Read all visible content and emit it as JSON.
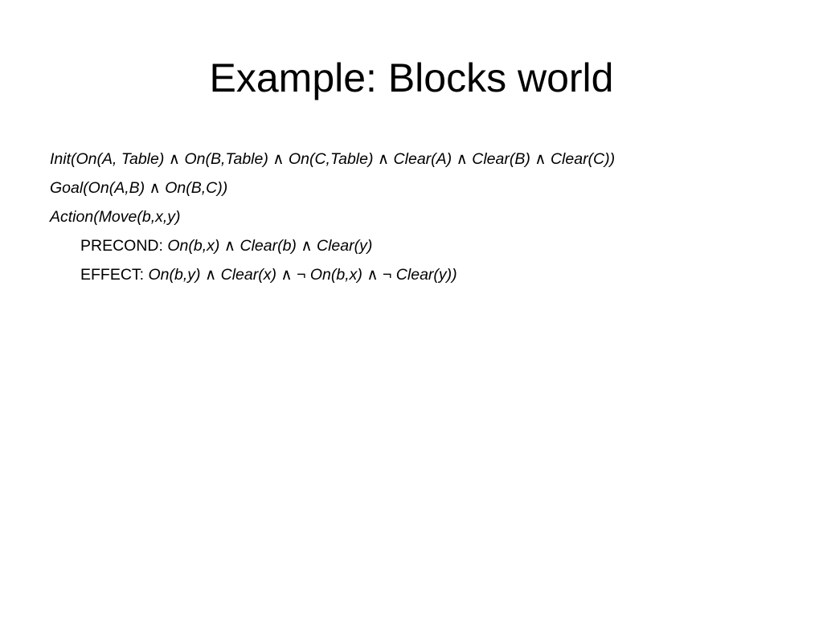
{
  "slide": {
    "title": "Example: Blocks world",
    "lines": [
      {
        "text": "Init(On(A, Table) ∧ On(B,Table) ∧ On(C,Table) ∧ Clear(A) ∧ Clear(B) ∧ Clear(C))"
      },
      {
        "text": "Goal(On(A,B) ∧ On(B,C))"
      },
      {
        "text": "Action(Move(b,x,y)"
      },
      {
        "label": "PRECOND:",
        "text": "On(b,x) ∧ Clear(b) ∧ Clear(y)"
      },
      {
        "label": "EFFECT:",
        "text": "On(b,y) ∧ Clear(x) ∧ ¬ On(b,x) ∧ ¬ Clear(y))"
      }
    ]
  }
}
